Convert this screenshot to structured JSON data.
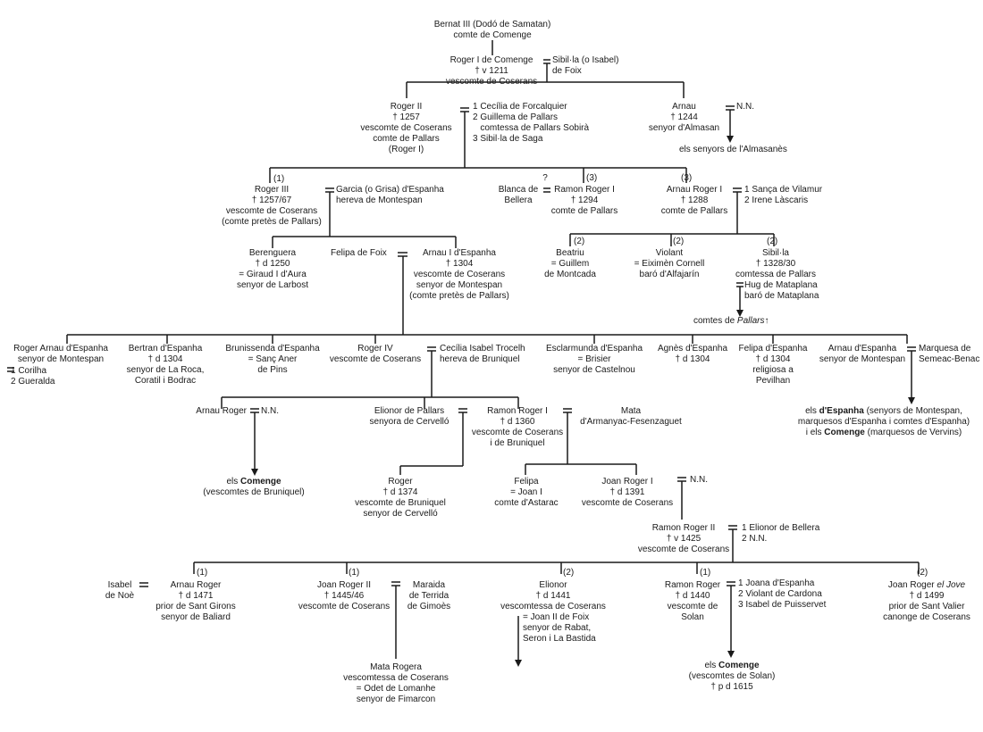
{
  "nodes": {
    "bernat": "Bernat III (Dodó de Samatan)\ncomte de Comenge",
    "roger1": "Roger I de Comenge\n† v 1211\nvescomte de Coserans",
    "sibilla_foix": "Sibil·la (o Isabel)\nde Foix",
    "roger2": "Roger II\n† 1257\nvescomte de Coserans\ncomte de Pallars\n(Roger I)",
    "roger2_wives": "1 Cecília de Forcalquier\n2 Guillema de Pallars\n   comtessa de Pallars Sobirà\n3 Sibil·la de Saga",
    "arnau": "Arnau\n† 1244\nsenyor d'Almasan",
    "arnau_nn": "N.N.",
    "almasanes": "els senyors de l'Almasanès",
    "roger3": "Roger III\n† 1257/67\nvescomte de Coserans\n(comte pretès de Pallars)",
    "roger3_num": "(1)",
    "garcia": "Garcia (o Grisa) d'Espanha\nhereva de Montespan",
    "blanca": "Blanca de\nBellera",
    "blanca_q": "?",
    "ramon_roger1": "Ramon Roger I\n† 1294\ncomte de Pallars",
    "ramon_roger1_num": "(3)",
    "arnau_roger1": "Arnau Roger I\n† 1288\ncomte de Pallars",
    "arnau_roger1_num": "(3)",
    "arnau_roger1_wives": "1 Sança de Vilamur\n2 Irene Làscaris",
    "berenguera": "Berenguera\n† d 1250\n= Giraud I d'Aura\nsenyor de Larbost",
    "felipa_foix": "Felipa de Foix",
    "arnau1_espanha": "Arnau I d'Espanha\n† 1304\nvescomte de Coserans\nsenyor de Montespan\n(comte pretès de Pallars)",
    "beatriu": "Beatriu\n= Guillem\nde Montcada",
    "beatriu_num": "(2)",
    "violant": "Violant\n= Eiximèn Cornell\nbaró d'Alfajarín",
    "violant_num": "(2)",
    "sibilla_pallars": "Sibil·la\n† 1328/30\ncomtessa de Pallars",
    "sibilla_pallars_num": "(2)",
    "hug": "Hug de Mataplana\nbaró de Mataplana",
    "comtes_pre": "comtes de ",
    "comtes_pallars": "Pallars",
    "comtes_post": "↑",
    "roger_arnau": "Roger Arnau d'Espanha\nsenyor de Montespan",
    "roger_arnau_wives": "1 Corilha\n2 Gueralda",
    "bertran": "Bertran d'Espanha\n† d 1304\nsenyor de La Roca,\nCoratil i Bodrac",
    "brunissenda": "Brunissenda d'Espanha\n= Sanç Aner\nde Pins",
    "roger4": "Roger IV\nvescomte de Coserans",
    "cecilia_trocelh": "Cecília Isabel Trocelh\nhereva de Bruniquel",
    "esclarmunda": "Esclarmunda d'Espanha\n= Brisier\nsenyor de Castelnou",
    "agnes": "Agnès d'Espanha\n† d 1304",
    "felipa_espanha": "Felipa d'Espanha\n† d 1304\nreligiosa a\nPevilhan",
    "arnau_espanha": "Arnau d'Espanha\nsenyor de Montespan",
    "marquesa": "Marquesa de\nSemeac-Benac",
    "espanha_pre": "els ",
    "espanha_bold": "d'Espanha",
    "espanha_mid": " (senyors de Montespan,\nmarquesos d'Espanha i comtes d'Espanha)\ni els ",
    "espanha_bold2": "Comenge",
    "espanha_post": " (marquesos de Vervins)",
    "arnau_roger": "Arnau Roger",
    "arnau_roger_nn": "N.N.",
    "comenge_brun_pre": "els ",
    "comenge_brun_bold": "Comenge",
    "comenge_brun_post": "\n(vescomtes de Bruniquel)",
    "elionor_pallars": "Elionor de Pallars\nsenyora de Cervelló",
    "ramon_roger1b": "Ramon Roger I\n† d 1360\nvescomte de Coserans\ni de Bruniquel",
    "mata": "Mata\nd'Armanyac-Fesenzaguet",
    "roger_cervello": "Roger\n† d 1374\nvescomte de Bruniquel\nsenyor de Cervelló",
    "felipa_astarac": "Felipa\n= Joan I\ncomte d'Astarac",
    "joan_roger1": "Joan Roger I\n† d 1391\nvescomte de Coserans",
    "joan_roger1_nn": "N.N.",
    "ramon_roger2": "Ramon Roger II\n† v 1425\nvescomte de Coserans",
    "ramon_roger2_wives": "1 Elionor de Bellera\n2 N.N.",
    "isabel_noe": "Isabel\nde Noè",
    "arnau_roger_prior": "Arnau Roger\n† d 1471\nprior de Sant Girons\nsenyor de Baliard",
    "arnau_roger_prior_num": "(1)",
    "joan_roger2": "Joan Roger II\n† 1445/46\nvescomte de Coserans",
    "joan_roger2_num": "(1)",
    "maraida": "Maraida\nde Terrida\nde Gimoès",
    "elionor": "Elionor\n† d 1441\nvescomtessa de Coserans",
    "elionor_num": "(2)",
    "joan2_foix": "= Joan II de Foix\nsenyor de Rabat,\nSeron i La Bastida",
    "ramon_roger_solan": "Ramon Roger\n† d 1440\nvescomte de\nSolan",
    "ramon_roger_solan_num": "(1)",
    "solan_wives": "1 Joana d'Espanha\n2 Violant de Cardona\n3 Isabel de Puisservet",
    "joan_roger_pre": "Joan Roger ",
    "joan_roger_it": "el Jove",
    "joan_roger_post": "\n† d 1499\nprior de Sant Valier\ncanonge de Coserans",
    "joan_roger_jove_num": "(2)",
    "mata_rogera": "Mata Rogera\nvescomtessa de Coserans\n= Odet de Lomanhe\nsenyor de Fimarcon",
    "comenge_solan_pre": "els ",
    "comenge_solan_bold": "Comenge",
    "comenge_solan_post": "\n(vescomtes de Solan)\n† p d 1615"
  }
}
